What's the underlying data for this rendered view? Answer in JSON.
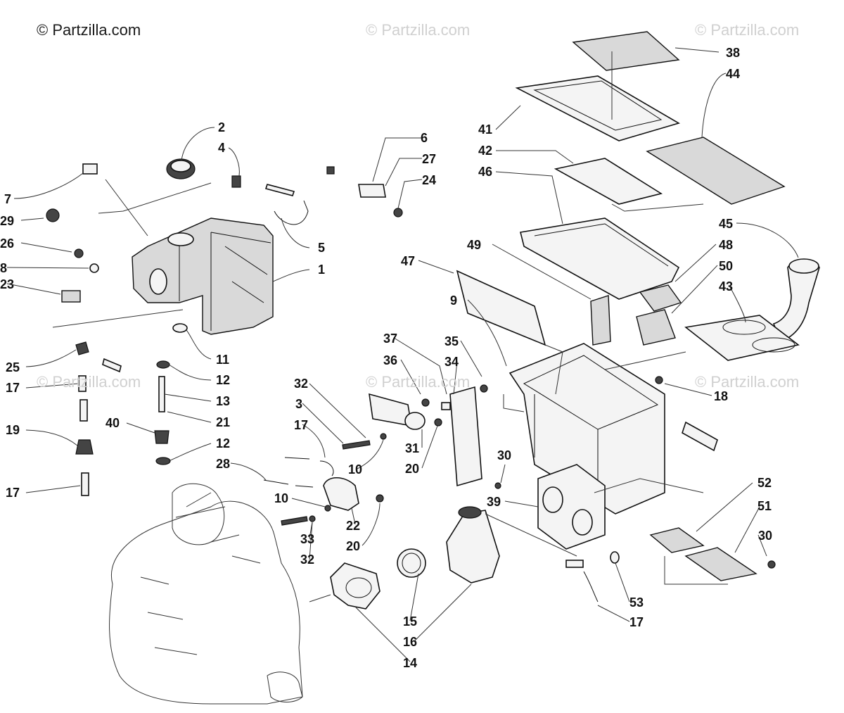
{
  "watermarks": {
    "main": "© Partzilla.com",
    "faint": "© Partzilla.com"
  },
  "callouts": [
    {
      "n": "2"
    },
    {
      "n": "4"
    },
    {
      "n": "6"
    },
    {
      "n": "27"
    },
    {
      "n": "24"
    },
    {
      "n": "7"
    },
    {
      "n": "29"
    },
    {
      "n": "26"
    },
    {
      "n": "8"
    },
    {
      "n": "23"
    },
    {
      "n": "5"
    },
    {
      "n": "1"
    },
    {
      "n": "11"
    },
    {
      "n": "12"
    },
    {
      "n": "13"
    },
    {
      "n": "21"
    },
    {
      "n": "12"
    },
    {
      "n": "40"
    },
    {
      "n": "25"
    },
    {
      "n": "17"
    },
    {
      "n": "19"
    },
    {
      "n": "17"
    },
    {
      "n": "38"
    },
    {
      "n": "44"
    },
    {
      "n": "41"
    },
    {
      "n": "42"
    },
    {
      "n": "46"
    },
    {
      "n": "45"
    },
    {
      "n": "48"
    },
    {
      "n": "50"
    },
    {
      "n": "43"
    },
    {
      "n": "49"
    },
    {
      "n": "47"
    },
    {
      "n": "9"
    },
    {
      "n": "37"
    },
    {
      "n": "35"
    },
    {
      "n": "36"
    },
    {
      "n": "34"
    },
    {
      "n": "18"
    },
    {
      "n": "32"
    },
    {
      "n": "3"
    },
    {
      "n": "17"
    },
    {
      "n": "31"
    },
    {
      "n": "10"
    },
    {
      "n": "20"
    },
    {
      "n": "30"
    },
    {
      "n": "28"
    },
    {
      "n": "10"
    },
    {
      "n": "22"
    },
    {
      "n": "33"
    },
    {
      "n": "20"
    },
    {
      "n": "32"
    },
    {
      "n": "39"
    },
    {
      "n": "52"
    },
    {
      "n": "51"
    },
    {
      "n": "30"
    },
    {
      "n": "53"
    },
    {
      "n": "15"
    },
    {
      "n": "16"
    },
    {
      "n": "17"
    },
    {
      "n": "14"
    }
  ]
}
